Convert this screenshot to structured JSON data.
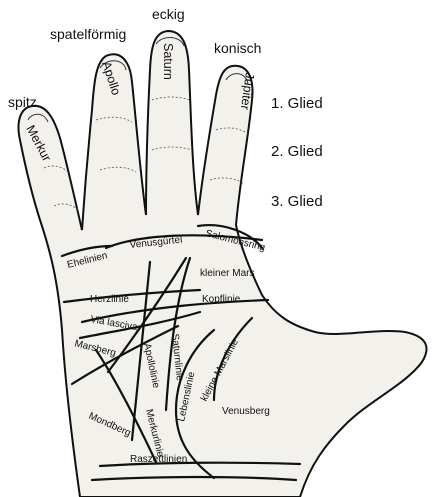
{
  "finger_shapes": {
    "spitz": "spitz",
    "spatelfoermig": "spatelförmig",
    "eckig": "eckig",
    "konisch": "konisch"
  },
  "fingers": {
    "merkur": "Merkur",
    "apollo": "Apollo",
    "saturn": "Saturn",
    "jupiter": "Jupiter"
  },
  "phalanges": [
    "1. Glied",
    "2. Glied",
    "3. Glied"
  ],
  "palm_labels": {
    "ehelinien": "Ehelinien",
    "venusguertel": "Venusgürtel",
    "salomonsring": "Salomonsring",
    "kleiner_mars": "kleiner Mars",
    "herzlinie": "Herzlinie",
    "kopflinie": "Kopflinie",
    "via_lasciva": "Via lasciva",
    "marsberg": "Marsberg",
    "apollolinie": "Apollolinie",
    "saturnlinie": "Saturnlinie",
    "lebenslinie": "Lebenslinie",
    "kleine_marslinie": "kleine Marslinie",
    "venusberg": "Venusberg",
    "mondberg": "Mondberg",
    "merkurlinie": "Merkurlinie",
    "raszettlinien": "Raszettlinien"
  }
}
